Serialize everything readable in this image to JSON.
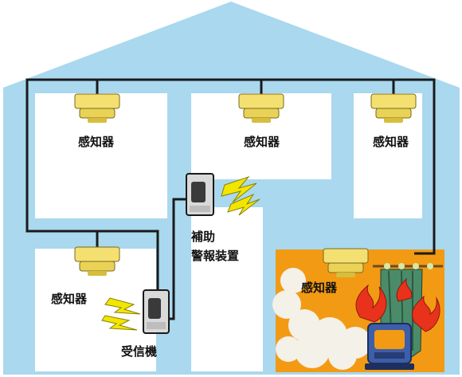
{
  "labels": {
    "detector": "感知器",
    "aux_alarm_line1": "補助",
    "aux_alarm_line2": "警報装置",
    "receiver": "受信機"
  },
  "colors": {
    "house_fill": "#a9d8ef",
    "room_fill": "#ffffff",
    "fire_room_fill": "#f39a14",
    "wire": "#1a1a1a",
    "detector_body": "#f3e071",
    "signal": "#f2e600",
    "flame": "#e8321b",
    "curtain": "#4a8c6a",
    "heater": "#3d5ea8"
  },
  "icons": [
    "smoke-detector-icon",
    "receiver-panel-icon",
    "auxiliary-alarm-icon",
    "signal-bolt-icon",
    "smoke-cloud-icon",
    "flame-icon",
    "curtain-icon",
    "heater-icon"
  ]
}
